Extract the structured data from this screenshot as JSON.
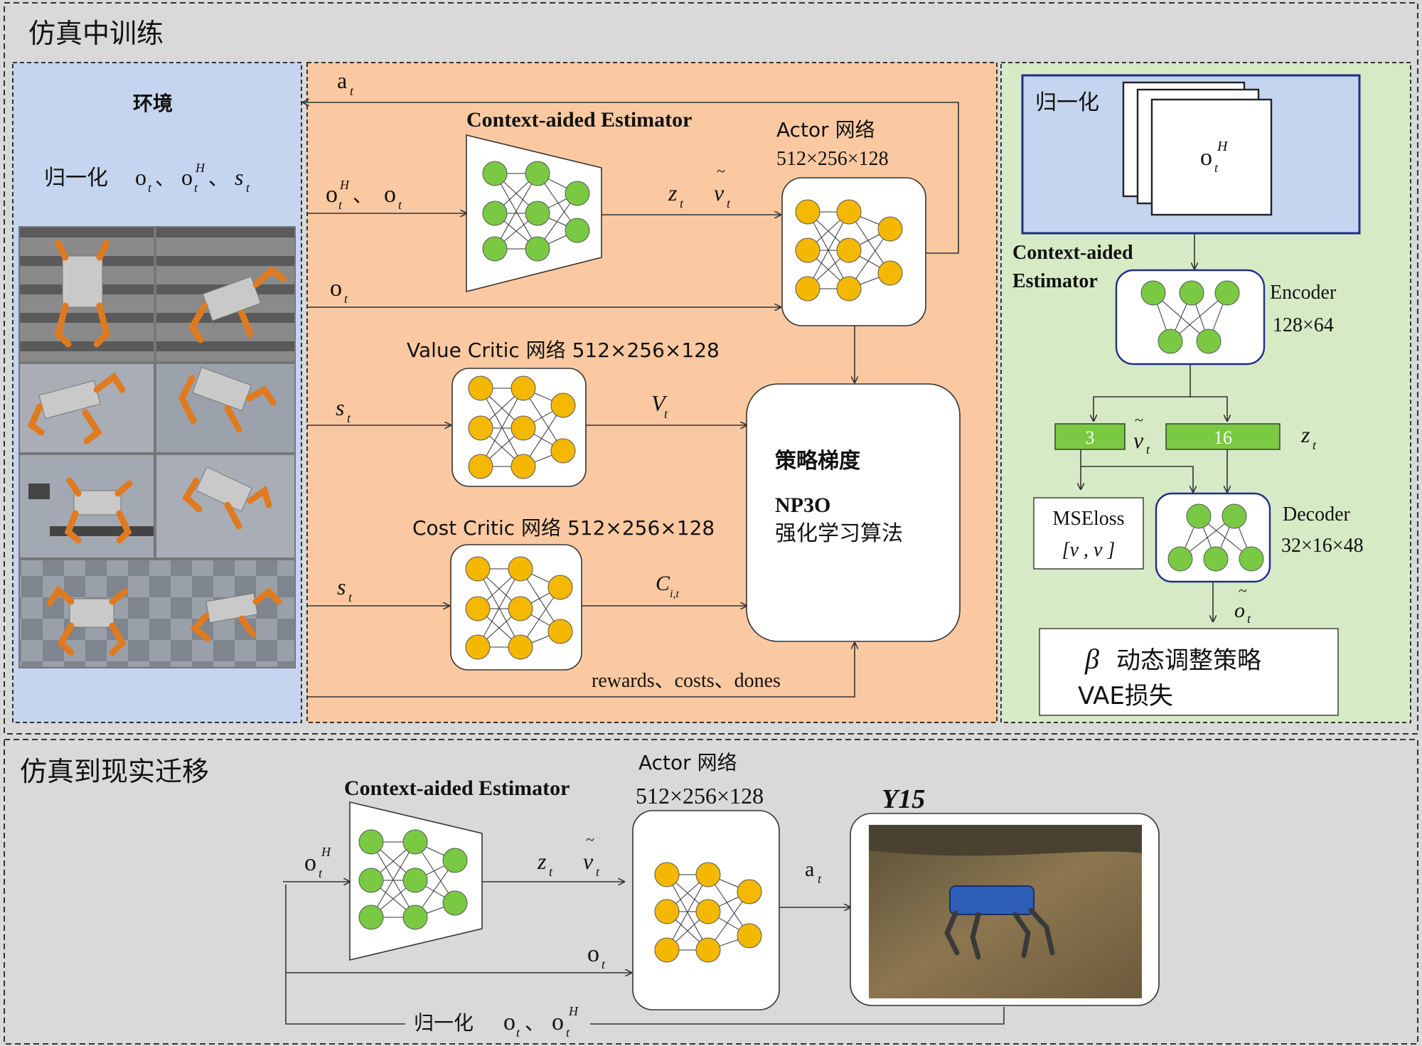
{
  "top_section": {
    "title": "仿真中训练",
    "environment_panel": {
      "heading": "环境",
      "normalize_label": "归一化",
      "inputs": [
        "o",
        "o",
        "s"
      ],
      "sep": "、"
    },
    "training_panel": {
      "action_label": "a",
      "estimator_title": "Context-aided Estimator",
      "input_obs_hist": "o",
      "input_obs": "o",
      "sep": "、",
      "z_label": "z",
      "v_label": "v",
      "actor_title": "Actor 网络",
      "actor_dims": "512×256×128",
      "obs_label": "o",
      "value_critic_title": "Value Critic 网络 512×256×128",
      "state_label": "s",
      "value_label": "V",
      "cost_critic_title": "Cost Critic 网络  512×256×128",
      "cost_label": "C",
      "policy_gradient": "策略梯度",
      "algo_name": "NP3O",
      "algo_desc": "强化学习算法",
      "rewards_line": "rewards、costs、dones"
    },
    "estimator_panel": {
      "normalize_label": "归一化",
      "stack_label": "o",
      "estimator_title_line1": "Context-aided",
      "estimator_title_line2": "Estimator",
      "encoder_label": "Encoder",
      "encoder_dims": "128×64",
      "vel_dim": "3",
      "latent_dim": "16",
      "v_label": "v",
      "z_label": "z",
      "mse_label": "MSEloss",
      "mse_args": "[v , v ]",
      "decoder_label": "Decoder",
      "decoder_dims": "32×16×48",
      "o_label": "o",
      "beta_symbol": "β",
      "beta_text": "动态调整策略",
      "vae_loss": "VAE损失"
    }
  },
  "bottom_section": {
    "title": "仿真到现实迁移",
    "estimator_title": "Context-aided Estimator",
    "actor_title": "Actor 网络",
    "actor_dims": "512×256×128",
    "robot_name": "Y15",
    "obs_hist_label": "o",
    "z_label": "z",
    "v_label": "v",
    "obs_label": "o",
    "action_label": "a",
    "normalize_label": "归一化",
    "sep": "、",
    "norm_inputs": [
      "o",
      "o"
    ]
  },
  "sub": {
    "t": "t",
    "H": "H",
    "it": "i,t"
  },
  "colors": {
    "outer_bg": "#d9d9d9",
    "env_panel": "#c5d4ef",
    "training_panel": "#fbc9a1",
    "estimator_panel": "#d6ebc5",
    "yellow_node": "#f5b800",
    "green_node": "#7ac943",
    "vector_box": "#7ac943",
    "blue_frame": "#1f2d8a"
  }
}
